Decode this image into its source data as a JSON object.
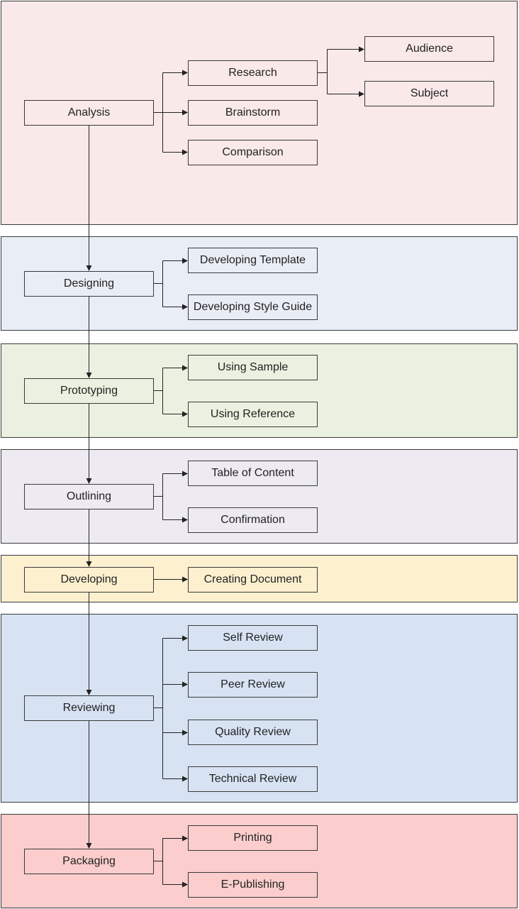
{
  "stages": [
    {
      "label": "Analysis",
      "color": "#f9e9e9",
      "subs": [
        "Research",
        "Brainstorm",
        "Comparison"
      ],
      "research_subs": [
        "Audience",
        "Subject"
      ]
    },
    {
      "label": "Designing",
      "color": "#e9edf6",
      "subs": [
        "Developing Template",
        "Developing Style Guide"
      ]
    },
    {
      "label": "Prototyping",
      "color": "#ebf1e0",
      "subs": [
        "Using Sample",
        "Using Reference"
      ]
    },
    {
      "label": "Outlining",
      "color": "#edeaf2",
      "subs": [
        "Table of Content",
        "Confirmation"
      ]
    },
    {
      "label": "Developing",
      "color": "#fdf0cf",
      "subs": [
        "Creating Document"
      ]
    },
    {
      "label": "Reviewing",
      "color": "#d7e3f3",
      "subs": [
        "Self Review",
        "Peer Review",
        "Quality Review",
        "Technical Review"
      ]
    },
    {
      "label": "Packaging",
      "color": "#fbcdcd",
      "subs": [
        "Printing",
        "E-Publishing"
      ]
    }
  ]
}
